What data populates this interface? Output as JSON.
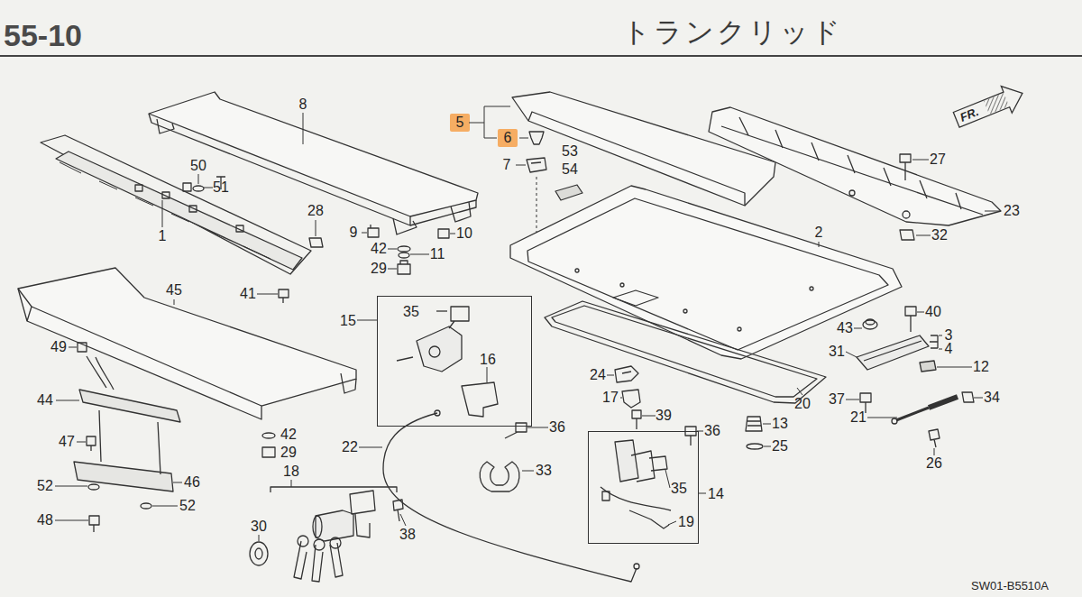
{
  "diagram": {
    "title": "トランクリッド",
    "nodes": [
      {
        "text": [
          "15",
          "35",
          "16"
        ]
      },
      {
        "text": [
          "14",
          "35",
          "19"
        ]
      }
    ],
    "labels": [
      "55-10",
      "FR.",
      "8",
      "5",
      "6",
      "27",
      "53",
      "7",
      "54",
      "50",
      "51",
      "28",
      "9",
      "10",
      "42",
      "11",
      "29",
      "23",
      "32",
      "2",
      "1",
      "45",
      "41",
      "40",
      "43",
      "3",
      "4",
      "31",
      "12",
      "49",
      "24",
      "44",
      "17",
      "37",
      "20",
      "34",
      "39",
      "13",
      "21",
      "36",
      "36",
      "42",
      "29",
      "47",
      "22",
      "25",
      "26",
      "18",
      "33",
      "46",
      "52",
      "52",
      "48",
      "30",
      "38",
      "SW01-B5510A"
    ]
  }
}
